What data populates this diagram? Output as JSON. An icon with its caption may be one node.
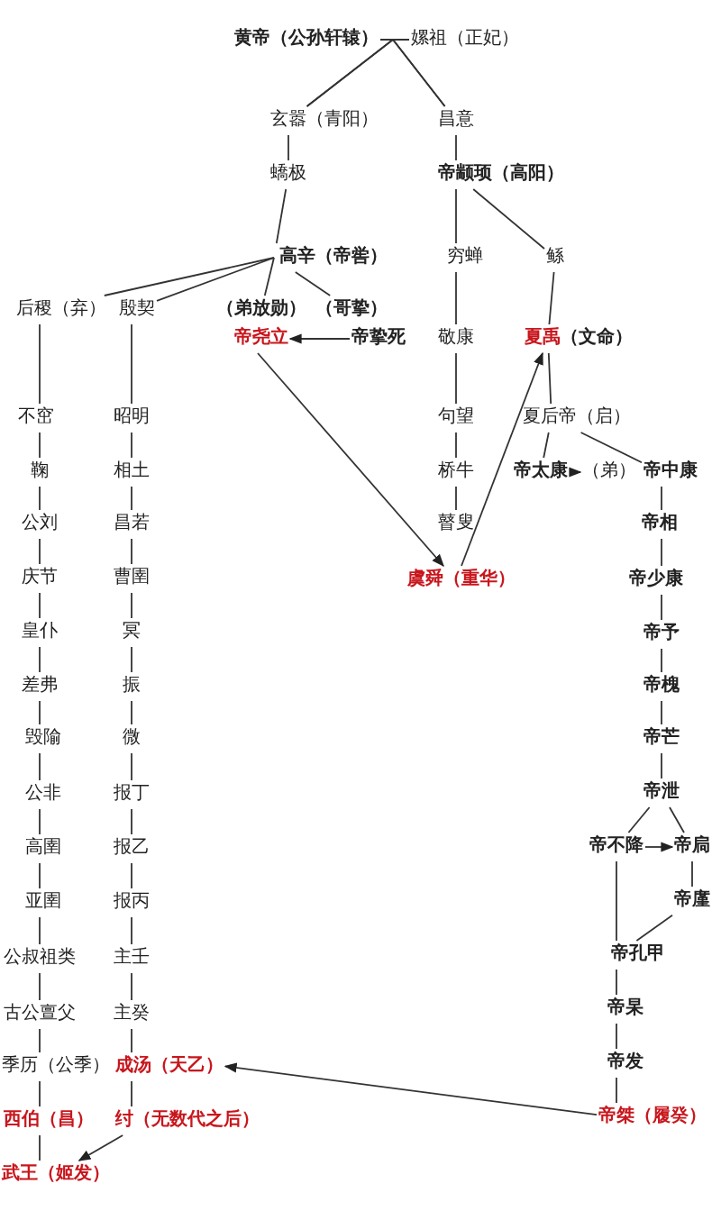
{
  "diagram": {
    "nodes": [
      {
        "text": [
          "黄帝（公孙轩辕）"
        ]
      },
      {
        "text": [
          "嫘祖（正妃）"
        ]
      },
      {
        "text": [
          "玄嚣（青阳）"
        ]
      },
      {
        "text": [
          "昌意"
        ]
      },
      {
        "text": [
          "蟜极"
        ]
      },
      {
        "text": [
          "帝颛顼（高阳）"
        ]
      },
      {
        "text": [
          "高辛（帝喾）"
        ]
      },
      {
        "text": [
          "穷蝉"
        ]
      },
      {
        "text": [
          "鲧"
        ]
      },
      {
        "text": [
          "后稷（弃）"
        ]
      },
      {
        "text": [
          "殷契"
        ]
      },
      {
        "text": [
          "（弟放勋）"
        ]
      },
      {
        "text": [
          "（哥挚）"
        ]
      },
      {
        "text": [
          "帝尧立"
        ]
      },
      {
        "text": [
          "帝挚死"
        ]
      },
      {
        "text": [
          "敬康"
        ]
      },
      {
        "text": [
          "夏禹",
          "（文命）"
        ]
      },
      {
        "text": [
          "句望"
        ]
      },
      {
        "text": [
          "夏后帝（启）"
        ]
      },
      {
        "text": [
          "桥牛"
        ]
      },
      {
        "text": [
          "帝太康"
        ]
      },
      {
        "text": [
          "（弟）"
        ]
      },
      {
        "text": [
          "帝中康"
        ]
      },
      {
        "text": [
          "瞽叟"
        ]
      },
      {
        "text": [
          "虞舜（重华）"
        ]
      },
      {
        "text": [
          "不窋"
        ]
      },
      {
        "text": [
          "鞠"
        ]
      },
      {
        "text": [
          "公刘"
        ]
      },
      {
        "text": [
          "庆节"
        ]
      },
      {
        "text": [
          "皇仆"
        ]
      },
      {
        "text": [
          "差弗"
        ]
      },
      {
        "text": [
          "毁隃"
        ]
      },
      {
        "text": [
          "公非"
        ]
      },
      {
        "text": [
          "高圉"
        ]
      },
      {
        "text": [
          "亚圉"
        ]
      },
      {
        "text": [
          "公叔祖类"
        ]
      },
      {
        "text": [
          "古公亶父"
        ]
      },
      {
        "text": [
          "季历（公季）"
        ]
      },
      {
        "text": [
          "西伯（昌）"
        ]
      },
      {
        "text": [
          "武王（姬发）"
        ]
      },
      {
        "text": [
          "昭明"
        ]
      },
      {
        "text": [
          "相土"
        ]
      },
      {
        "text": [
          "昌若"
        ]
      },
      {
        "text": [
          "曹圉"
        ]
      },
      {
        "text": [
          "冥"
        ]
      },
      {
        "text": [
          "振"
        ]
      },
      {
        "text": [
          "微"
        ]
      },
      {
        "text": [
          "报丁"
        ]
      },
      {
        "text": [
          "报乙"
        ]
      },
      {
        "text": [
          "报丙"
        ]
      },
      {
        "text": [
          "主壬"
        ]
      },
      {
        "text": [
          "主癸"
        ]
      },
      {
        "text": [
          "成汤（天乙）"
        ]
      },
      {
        "text": [
          "纣（无数代之后）"
        ]
      },
      {
        "text": [
          "帝相"
        ]
      },
      {
        "text": [
          "帝少康"
        ]
      },
      {
        "text": [
          "帝予"
        ]
      },
      {
        "text": [
          "帝槐"
        ]
      },
      {
        "text": [
          "帝芒"
        ]
      },
      {
        "text": [
          "帝泄"
        ]
      },
      {
        "text": [
          "帝不降"
        ]
      },
      {
        "text": [
          "帝扃"
        ]
      },
      {
        "text": [
          "帝廑"
        ]
      },
      {
        "text": [
          "帝孔甲"
        ]
      },
      {
        "text": [
          "帝杲"
        ]
      },
      {
        "text": [
          "帝发"
        ]
      },
      {
        "text": [
          "帝桀（履癸）"
        ]
      }
    ],
    "edges": [
      {
        "from": 0,
        "to": 2,
        "arrow": "none"
      },
      {
        "from": 0,
        "to": 3,
        "arrow": "none"
      },
      {
        "from": 1,
        "to": 2,
        "arrow": "none"
      },
      {
        "from": 1,
        "to": 3,
        "arrow": "none"
      },
      {
        "from": 2,
        "to": 4,
        "arrow": "none"
      },
      {
        "from": 4,
        "to": 6,
        "arrow": "none"
      },
      {
        "from": 3,
        "to": 5,
        "arrow": "none"
      },
      {
        "from": 5,
        "to": 7,
        "arrow": "none"
      },
      {
        "from": 5,
        "to": 8,
        "arrow": "none"
      },
      {
        "from": 6,
        "to": 9,
        "arrow": "none"
      },
      {
        "from": 6,
        "to": 10,
        "arrow": "none"
      },
      {
        "from": 6,
        "to": 11,
        "arrow": "none"
      },
      {
        "from": 6,
        "to": 12,
        "arrow": "none"
      },
      {
        "from": 14,
        "to": 13,
        "arrow": "to"
      },
      {
        "from": 7,
        "to": 15,
        "arrow": "none"
      },
      {
        "from": 15,
        "to": 17,
        "arrow": "none"
      },
      {
        "from": 17,
        "to": 19,
        "arrow": "none"
      },
      {
        "from": 19,
        "to": 23,
        "arrow": "none"
      },
      {
        "from": 13,
        "to": 24,
        "arrow": "to"
      },
      {
        "from": 24,
        "to": 16,
        "arrow": "to"
      },
      {
        "from": 8,
        "to": 16,
        "arrow": "none"
      },
      {
        "from": 16,
        "to": 18,
        "arrow": "none"
      },
      {
        "from": 18,
        "to": 20,
        "arrow": "none"
      },
      {
        "from": 18,
        "to": 22,
        "arrow": "none"
      },
      {
        "from": 20,
        "to": 21,
        "arrow": "to"
      },
      {
        "from": 9,
        "to": 25,
        "arrow": "none"
      },
      {
        "from": 25,
        "to": 26,
        "arrow": "none"
      },
      {
        "from": 26,
        "to": 27,
        "arrow": "none"
      },
      {
        "from": 27,
        "to": 28,
        "arrow": "none"
      },
      {
        "from": 28,
        "to": 29,
        "arrow": "none"
      },
      {
        "from": 29,
        "to": 30,
        "arrow": "none"
      },
      {
        "from": 30,
        "to": 31,
        "arrow": "none"
      },
      {
        "from": 31,
        "to": 32,
        "arrow": "none"
      },
      {
        "from": 32,
        "to": 33,
        "arrow": "none"
      },
      {
        "from": 33,
        "to": 34,
        "arrow": "none"
      },
      {
        "from": 34,
        "to": 35,
        "arrow": "none"
      },
      {
        "from": 35,
        "to": 36,
        "arrow": "none"
      },
      {
        "from": 36,
        "to": 37,
        "arrow": "none"
      },
      {
        "from": 37,
        "to": 38,
        "arrow": "none"
      },
      {
        "from": 38,
        "to": 39,
        "arrow": "none"
      },
      {
        "from": 10,
        "to": 40,
        "arrow": "none"
      },
      {
        "from": 40,
        "to": 41,
        "arrow": "none"
      },
      {
        "from": 41,
        "to": 42,
        "arrow": "none"
      },
      {
        "from": 42,
        "to": 43,
        "arrow": "none"
      },
      {
        "from": 43,
        "to": 44,
        "arrow": "none"
      },
      {
        "from": 44,
        "to": 45,
        "arrow": "none"
      },
      {
        "from": 45,
        "to": 46,
        "arrow": "none"
      },
      {
        "from": 46,
        "to": 47,
        "arrow": "none"
      },
      {
        "from": 47,
        "to": 48,
        "arrow": "none"
      },
      {
        "from": 48,
        "to": 49,
        "arrow": "none"
      },
      {
        "from": 49,
        "to": 50,
        "arrow": "none"
      },
      {
        "from": 50,
        "to": 51,
        "arrow": "none"
      },
      {
        "from": 51,
        "to": 52,
        "arrow": "none"
      },
      {
        "from": 52,
        "to": 53,
        "arrow": "none"
      },
      {
        "from": 22,
        "to": 54,
        "arrow": "none"
      },
      {
        "from": 54,
        "to": 55,
        "arrow": "none"
      },
      {
        "from": 55,
        "to": 56,
        "arrow": "none"
      },
      {
        "from": 56,
        "to": 57,
        "arrow": "none"
      },
      {
        "from": 57,
        "to": 58,
        "arrow": "none"
      },
      {
        "from": 58,
        "to": 59,
        "arrow": "none"
      },
      {
        "from": 59,
        "to": 60,
        "arrow": "none"
      },
      {
        "from": 59,
        "to": 61,
        "arrow": "none"
      },
      {
        "from": 60,
        "to": 61,
        "arrow": "to"
      },
      {
        "from": 61,
        "to": 62,
        "arrow": "none"
      },
      {
        "from": 62,
        "to": 63,
        "arrow": "none"
      },
      {
        "from": 60,
        "to": 63,
        "arrow": "none"
      },
      {
        "from": 63,
        "to": 64,
        "arrow": "none"
      },
      {
        "from": 64,
        "to": 65,
        "arrow": "none"
      },
      {
        "from": 65,
        "to": 66,
        "arrow": "none"
      },
      {
        "from": 66,
        "to": 52,
        "arrow": "to"
      },
      {
        "from": 53,
        "to": 39,
        "arrow": "to"
      }
    ]
  }
}
